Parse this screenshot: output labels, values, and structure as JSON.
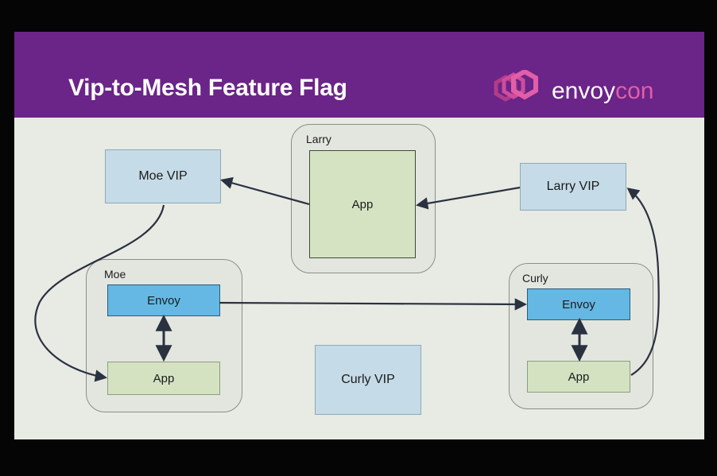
{
  "slide": {
    "title": "Vip-to-Mesh Feature Flag",
    "logo": {
      "text_main": "envoy",
      "text_accent": "con",
      "icon": "hexagon-stack-icon"
    }
  },
  "groups": {
    "larry": {
      "label": "Larry",
      "app": "App"
    },
    "moe": {
      "label": "Moe",
      "envoy": "Envoy",
      "app": "App"
    },
    "curly": {
      "label": "Curly",
      "envoy": "Envoy",
      "app": "App"
    }
  },
  "vips": {
    "moe": "Moe VIP",
    "larry": "Larry VIP",
    "curly": "Curly VIP"
  },
  "colors": {
    "header": "#6b2488",
    "vip": "#c5dbe7",
    "envoy": "#64b8e3",
    "app": "#d4e2c2",
    "arrow": "#2a3140",
    "logo_accent": "#e25ea8"
  }
}
